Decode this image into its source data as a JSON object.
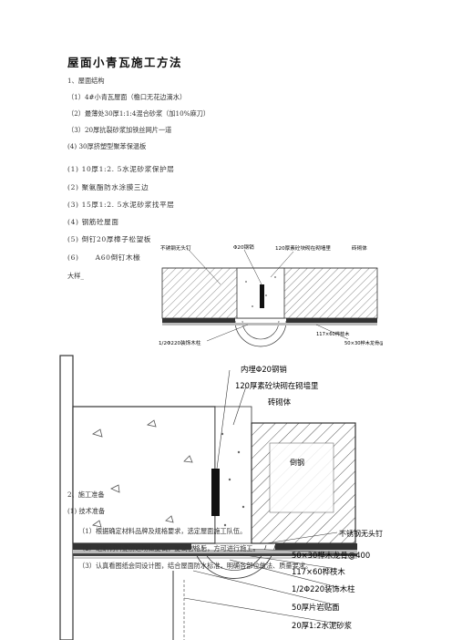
{
  "title": "屋面小青瓦施工方法",
  "section1": {
    "heading": "1、屋面结构",
    "lines": [
      "（1）4#小青瓦屋面（檐口无花边滴水）",
      "（2）最薄处30厚1:1:4混合砂浆（加10%麻刀）",
      "（3）20厚抗裂砂浆加铁丝网片一道",
      "(4) 30厚挤塑型聚苯保温板",
      "(1) 10厚1:2. 5水泥砂浆保护层",
      "(2) 聚氨酯防水涂膜三边",
      "(3) 15厚1:2. 5水泥砂浆找平层",
      "(4) 钢筋砼屋面",
      "(5) 倒钉20厚樟子松望板",
      "(6)      A60倒钉木椽"
    ],
    "detail_label": "大样_"
  },
  "drawing1": {
    "labels": [
      "不锈钢无头钉",
      "Φ20钢销",
      "120厚素砼块砌在砌墙里",
      "砖砌体",
      "1/2Φ220装饰木柱",
      "117×60桦枝木",
      "50×30桦木龙骨@400"
    ]
  },
  "drawing2": {
    "labels": [
      "内埋Φ20钢销",
      "120厚素砼块砌在砌墙里",
      "砖砌体",
      "倒钢",
      "不锈钢无头钉",
      "50×30桦木龙骨@400",
      "117×60桦枝木",
      "1/2Φ220装饰木柱",
      "50厚片岩贴面",
      "20厚1:2水泥砂浆"
    ]
  },
  "section2": {
    "heading": "2、施工准备",
    "subheading": "(1) 技术准备",
    "items": [
      "（1）根据确定材料品牌及规格要求，选定屋面施工队伍。",
      "（2）组织材料提前进场做复试，复试合格后，方可进行施工。",
      "（3）认真看图纸会同设计图，结合屋面防水标准，明确各部位做法、质量要求。"
    ]
  }
}
